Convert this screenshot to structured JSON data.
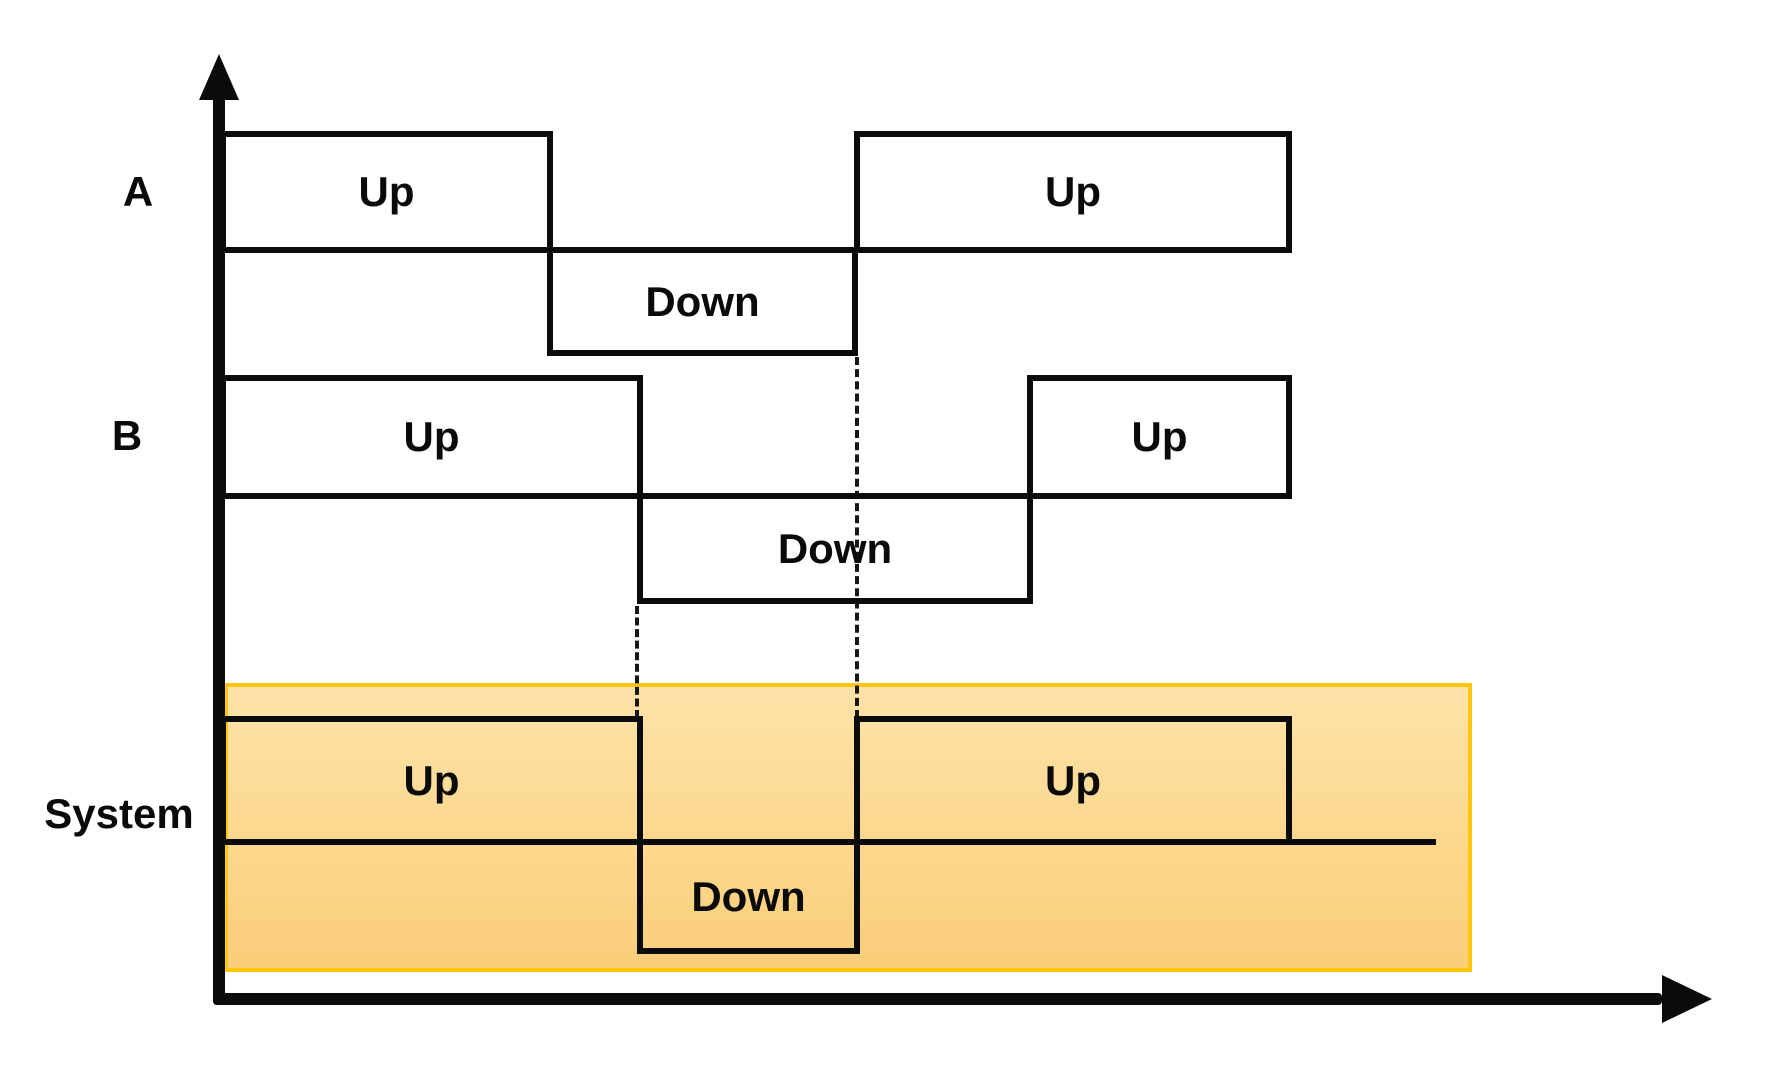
{
  "rows": [
    {
      "label": "A",
      "highlighted": false,
      "segments": [
        {
          "state": "Up"
        },
        {
          "state": "Down"
        },
        {
          "state": "Up"
        }
      ]
    },
    {
      "label": "B",
      "highlighted": false,
      "segments": [
        {
          "state": "Up"
        },
        {
          "state": "Down"
        },
        {
          "state": "Up"
        }
      ]
    },
    {
      "label": "System",
      "highlighted": true,
      "segments": [
        {
          "state": "Up"
        },
        {
          "state": "Down"
        },
        {
          "state": "Up"
        }
      ]
    }
  ],
  "icons": {
    "y_axis_arrow": "up-arrowhead",
    "x_axis_arrow": "right-arrowhead"
  },
  "colors": {
    "line": "#0b0b0b",
    "highlight_border": "#ffc60a",
    "highlight_fill_top": "#fde2a8",
    "highlight_fill_bottom": "#f9cd79"
  }
}
